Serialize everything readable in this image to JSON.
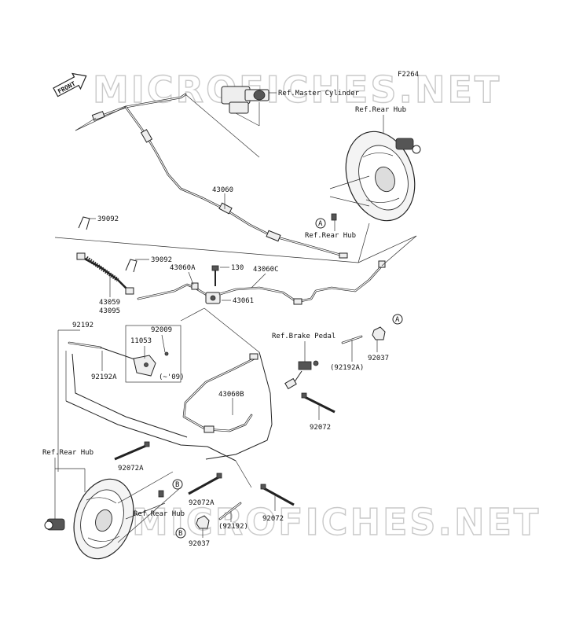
{
  "figure_code": "F2264",
  "watermark": "MICROFICHES.NET",
  "front_label": "FRONT",
  "refs": {
    "master_cylinder": "Ref.Master Cylinder",
    "rear_hub_top": "Ref.Rear Hub",
    "rear_hub_mid": "Ref.Rear Hub",
    "brake_pedal": "Ref.Brake Pedal",
    "rear_hub_left": "Ref.Rear Hub",
    "rear_hub_bottom": "Ref.Rear Hub"
  },
  "callouts": {
    "a_top": "A",
    "a_right": "A",
    "b_mid": "B",
    "b_bottom": "B"
  },
  "parts": {
    "p43060": "43060",
    "p39092_a": "39092",
    "p39092_b": "39092",
    "p43060a": "43060A",
    "p130": "130",
    "p43060c": "43060C",
    "p43059": "43059",
    "p43095": "43095",
    "p43061": "43061",
    "p92192": "92192",
    "p92009": "92009",
    "p11053": "11053",
    "p92192a": "92192A",
    "p09": "(~'09)",
    "p92192a_paren": "(92192A)",
    "p92037_right": "92037",
    "p43060b": "43060B",
    "p92072_right": "92072",
    "p92072a_left": "92072A",
    "p92072a_mid": "92072A",
    "p92192_paren": "(92192)",
    "p92072_bottom": "92072",
    "p92037_bottom": "92037"
  }
}
